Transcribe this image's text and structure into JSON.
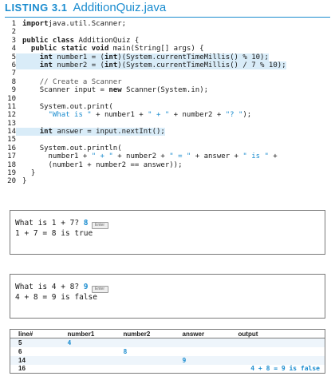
{
  "listing": {
    "label": "LISTING 3.1",
    "name": "AdditionQuiz.java"
  },
  "code_lines": [
    {
      "num": "1",
      "hl": false,
      "parts": [
        [
          "kw",
          "import"
        ],
        [
          "",
          "java.util.Scanner;"
        ]
      ],
      "indent": 0
    },
    {
      "num": "2",
      "hl": false,
      "parts": [],
      "indent": 0
    },
    {
      "num": "3",
      "hl": false,
      "parts": [
        [
          "kw",
          "public class"
        ],
        [
          "",
          " AdditionQuiz {"
        ]
      ],
      "indent": 0
    },
    {
      "num": "4",
      "hl": false,
      "parts": [
        [
          "kw",
          "public static void"
        ],
        [
          "",
          " main(String[] args) {"
        ]
      ],
      "indent": 1
    },
    {
      "num": "5",
      "hl": true,
      "parts": [
        [
          "kw",
          "int"
        ],
        [
          "",
          " number1 = ("
        ],
        [
          "kw",
          "int"
        ],
        [
          "",
          ")(System.currentTimeMillis() % 10);"
        ]
      ],
      "indent": 2
    },
    {
      "num": "6",
      "hl": true,
      "parts": [
        [
          "kw",
          "int"
        ],
        [
          "",
          " number2 = ("
        ],
        [
          "kw",
          "int"
        ],
        [
          "",
          ")(System.currentTimeMillis() / 7 % 10);"
        ]
      ],
      "indent": 2
    },
    {
      "num": "7",
      "hl": false,
      "parts": [],
      "indent": 0
    },
    {
      "num": "8",
      "hl": false,
      "parts": [
        [
          "cmt",
          "// Create a Scanner"
        ]
      ],
      "indent": 2
    },
    {
      "num": "9",
      "hl": false,
      "parts": [
        [
          "",
          "Scanner input = "
        ],
        [
          "kw",
          "new"
        ],
        [
          "",
          " Scanner(System.in);"
        ]
      ],
      "indent": 2
    },
    {
      "num": "10",
      "hl": false,
      "parts": [],
      "indent": 0
    },
    {
      "num": "11",
      "hl": false,
      "parts": [
        [
          "",
          "System.out.print("
        ]
      ],
      "indent": 2
    },
    {
      "num": "12",
      "hl": false,
      "parts": [
        [
          "str",
          "\"What is \""
        ],
        [
          "",
          " + number1 + "
        ],
        [
          "str",
          "\" + \""
        ],
        [
          "",
          " + number2 + "
        ],
        [
          "str",
          "\"? \""
        ],
        [
          "",
          ");"
        ]
      ],
      "indent": 3
    },
    {
      "num": "13",
      "hl": false,
      "parts": [],
      "indent": 0
    },
    {
      "num": "14",
      "hl": true,
      "parts": [
        [
          "kw",
          "int"
        ],
        [
          "",
          " answer = input.nextInt();"
        ]
      ],
      "indent": 2
    },
    {
      "num": "15",
      "hl": false,
      "parts": [],
      "indent": 0
    },
    {
      "num": "16",
      "hl": false,
      "parts": [
        [
          "",
          "System.out.println("
        ]
      ],
      "indent": 2
    },
    {
      "num": "17",
      "hl": false,
      "parts": [
        [
          "",
          "number1 + "
        ],
        [
          "str",
          "\" + \""
        ],
        [
          "",
          " + number2 + "
        ],
        [
          "str",
          "\" = \""
        ],
        [
          "",
          " + answer + "
        ],
        [
          "str",
          "\" is \""
        ],
        [
          "",
          " +"
        ]
      ],
      "indent": 3
    },
    {
      "num": "18",
      "hl": false,
      "parts": [
        [
          "",
          "(number1 + number2 == answer));"
        ]
      ],
      "indent": 3
    },
    {
      "num": "19",
      "hl": false,
      "parts": [
        [
          "",
          "}"
        ]
      ],
      "indent": 1
    },
    {
      "num": "20",
      "hl": false,
      "parts": [
        [
          "",
          "}"
        ]
      ],
      "indent": 0
    }
  ],
  "runs": [
    {
      "prompt": "What is 1 + 7? ",
      "input": "8",
      "enter": "Enter",
      "result": "1 + 7 = 8 is true"
    },
    {
      "prompt": "What is 4 + 8? ",
      "input": "9",
      "enter": "Enter",
      "result": "4 + 8 = 9 is false"
    }
  ],
  "trace": {
    "headers": [
      "line#",
      "number1",
      "number2",
      "answer",
      "output"
    ],
    "rows": [
      [
        "5",
        "4",
        "",
        "",
        ""
      ],
      [
        "6",
        "",
        "8",
        "",
        ""
      ],
      [
        "14",
        "",
        "",
        "9",
        ""
      ],
      [
        "16",
        "",
        "",
        "",
        "4 + 8 = 9 is false"
      ]
    ]
  },
  "colors": {
    "accent": "#1a8ccf",
    "highlight": "#d9ecf8"
  }
}
